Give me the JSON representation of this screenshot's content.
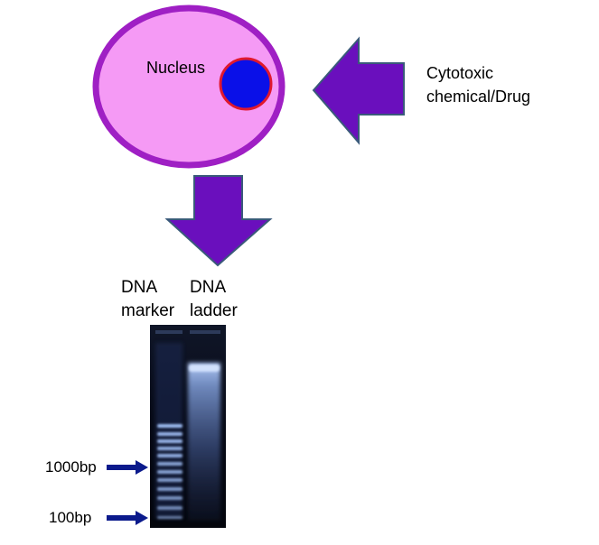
{
  "cell": {
    "nucleus_label": "Nucleus",
    "cell_fill": "#f59af5",
    "cell_stroke": "#9f1fc4",
    "nucleus_fill": "#0a10e8",
    "nucleus_stroke": "#e0182e"
  },
  "treatment": {
    "label_line1": "Cytotoxic",
    "label_line2": "chemical/Drug",
    "arrow_fill": "#6a0fbd",
    "arrow_stroke": "#3a5a7a"
  },
  "gel": {
    "marker_label_line1": "DNA",
    "marker_label_line2": "marker",
    "ladder_label_line1": "DNA",
    "ladder_label_line2": "ladder",
    "bp_high_label": "1000bp",
    "bp_low_label": "100bp",
    "pointer_color": "#0b1a8c",
    "gel_background": "#05070f",
    "band_color": "#a8c8ff"
  }
}
